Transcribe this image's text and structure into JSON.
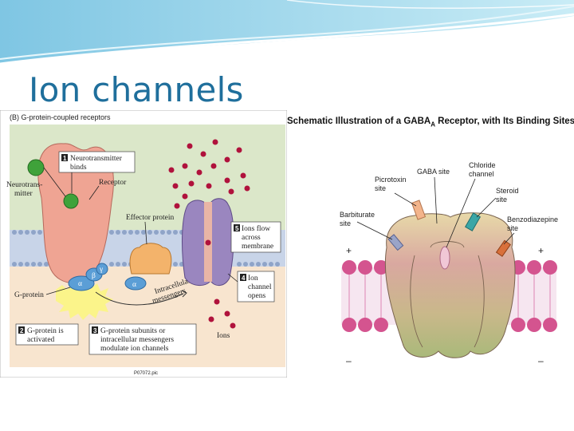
{
  "slide": {
    "title": "Ion channels"
  },
  "left_figure": {
    "heading": "(B) G-protein-coupled receptors",
    "labels": {
      "neurotransmitter": [
        "Neurotrans-",
        "mitter"
      ],
      "receptor": "Receptor",
      "effector": "Effector protein",
      "gprotein": "G-protein",
      "ions": "Ions",
      "intracellular": [
        "Intracellular",
        "messengers"
      ],
      "alpha": "α",
      "beta": "β",
      "gamma": "γ"
    },
    "steps": [
      {
        "num": "1",
        "lines": [
          "Neurotransmitter",
          "binds"
        ]
      },
      {
        "num": "2",
        "lines": [
          "G-protein is",
          "activated"
        ]
      },
      {
        "num": "3",
        "lines": [
          "G-protein subunits or",
          "intracellular messengers",
          "modulate ion channels"
        ]
      },
      {
        "num": "4",
        "lines": [
          "Ion",
          "channel",
          "opens"
        ]
      },
      {
        "num": "5",
        "lines": [
          "Ions flow",
          "across",
          "membrane"
        ]
      }
    ],
    "footer": "P07072.pic"
  },
  "right_figure": {
    "title_main": "Schematic Illustration of a GABA",
    "title_sub": "A",
    "title_rest": " Receptor, with Its Binding Sites",
    "labels": {
      "picrotoxin": [
        "Picrotoxin",
        "site"
      ],
      "gaba": "GABA site",
      "chloride": [
        "Chloride",
        "channel"
      ],
      "steroid": [
        "Steroid",
        "site"
      ],
      "barbiturate": [
        "Barbiturate",
        "site"
      ],
      "benzodiazepine": [
        "Benzodiazepine",
        "site"
      ],
      "plus": "+",
      "minus": "–"
    }
  }
}
